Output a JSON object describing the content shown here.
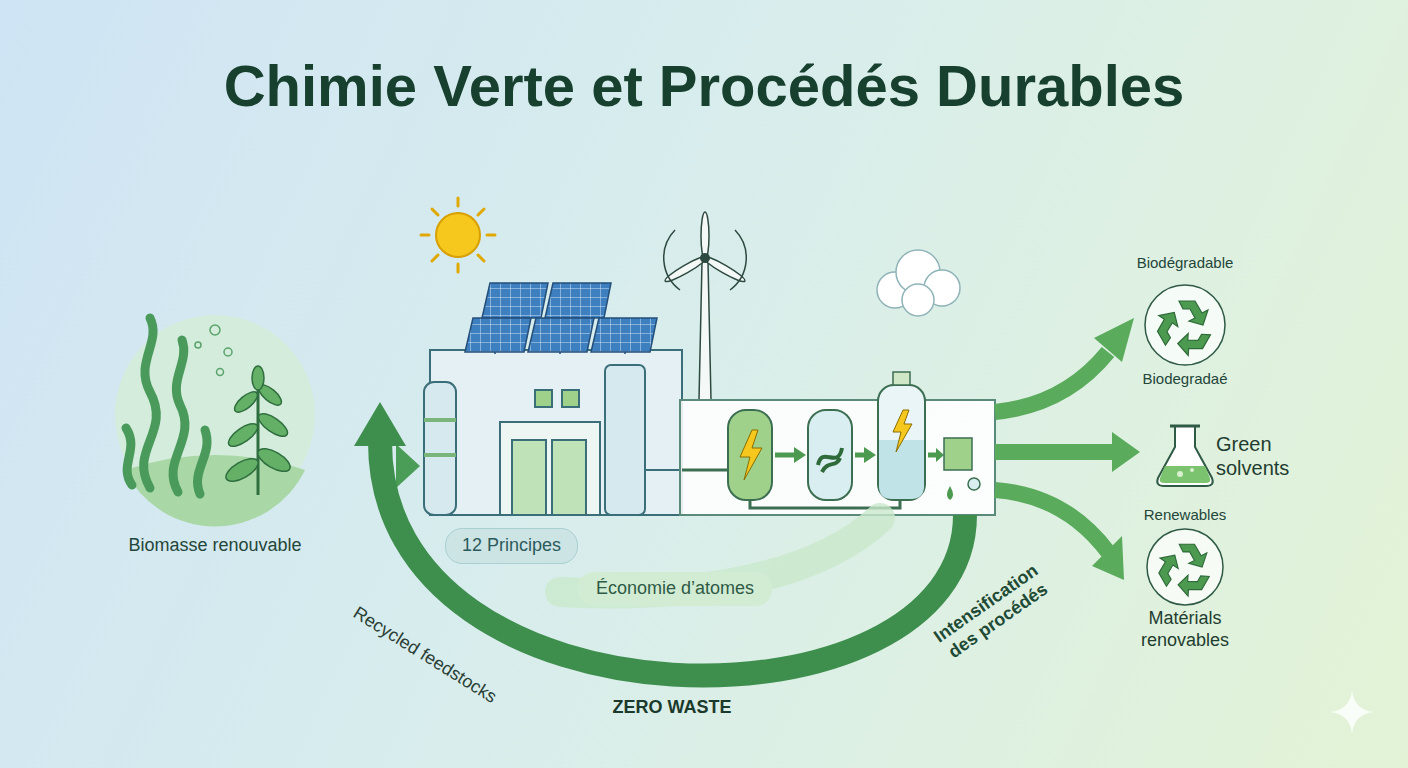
{
  "diagram": {
    "title": "Chimie Verte et Procédés Durables",
    "nodes": [
      {
        "text": [
          "Biomasse renouvable"
        ]
      },
      {
        "text": [
          "12 Principes"
        ]
      },
      {
        "text": [
          "Économie d’atomes"
        ]
      },
      {
        "text": [
          "Biodégradable",
          "Biodegradaé"
        ]
      },
      {
        "text": [
          "Green solvents"
        ]
      },
      {
        "text": [
          "Renewables",
          "Matérials renovables"
        ]
      }
    ],
    "labels": [
      "Recycled feedstocks",
      "ZERO WASTE",
      "Intensification des procédés"
    ]
  }
}
